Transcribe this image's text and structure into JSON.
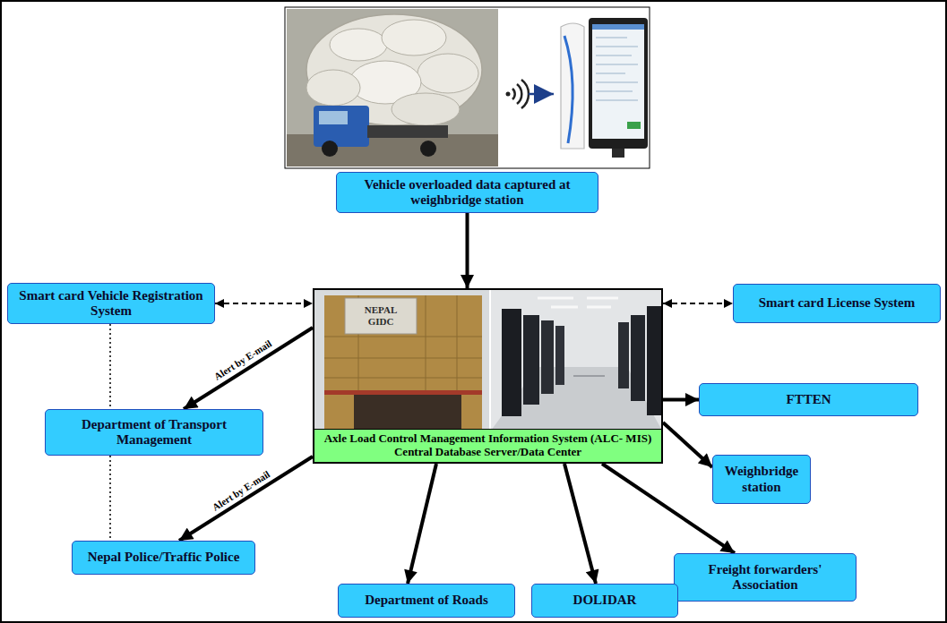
{
  "diagram": {
    "nodes": [
      {
        "text": [
          "Vehicle overloaded data captured at weighbridge station"
        ]
      },
      {
        "text": [
          "Smart card Vehicle Registration System"
        ]
      },
      {
        "text": [
          "Axle Load Control Management Information System (ALC- MIS) Central Database Server/Data Center"
        ]
      },
      {
        "text": [
          "Smart card License System"
        ]
      },
      {
        "text": [
          "FTTEN"
        ]
      },
      {
        "text": [
          "Department of Transport Management"
        ]
      },
      {
        "text": [
          "Weighbridge station"
        ]
      },
      {
        "text": [
          "Nepal Police/Traffic Police"
        ]
      },
      {
        "text": [
          "Freight forwarders' Association"
        ]
      },
      {
        "text": [
          "Department of Roads"
        ]
      },
      {
        "text": [
          "DOLIDAR"
        ]
      }
    ],
    "edges": [
      {
        "from": 0,
        "to": 2,
        "arrow": "to"
      },
      {
        "from": 1,
        "to": 2,
        "arrow": "both"
      },
      {
        "from": 2,
        "to": 3,
        "arrow": "both"
      },
      {
        "from": 2,
        "to": 5,
        "label": "Alert by E-mail",
        "arrow": "to"
      },
      {
        "from": 2,
        "to": 7,
        "label": "Alert by E-mail",
        "arrow": "to"
      },
      {
        "from": 2,
        "to": 4,
        "arrow": "to"
      },
      {
        "from": 2,
        "to": 6,
        "arrow": "to"
      },
      {
        "from": 2,
        "to": 9,
        "arrow": "to"
      },
      {
        "from": 2,
        "to": 10,
        "arrow": "to"
      },
      {
        "from": 2,
        "to": 8,
        "arrow": "to"
      },
      {
        "from": 1,
        "to": 5,
        "arrow": "none"
      },
      {
        "from": 5,
        "to": 7,
        "arrow": "none"
      }
    ],
    "labels": [
      "NEPAL GIDC"
    ]
  }
}
